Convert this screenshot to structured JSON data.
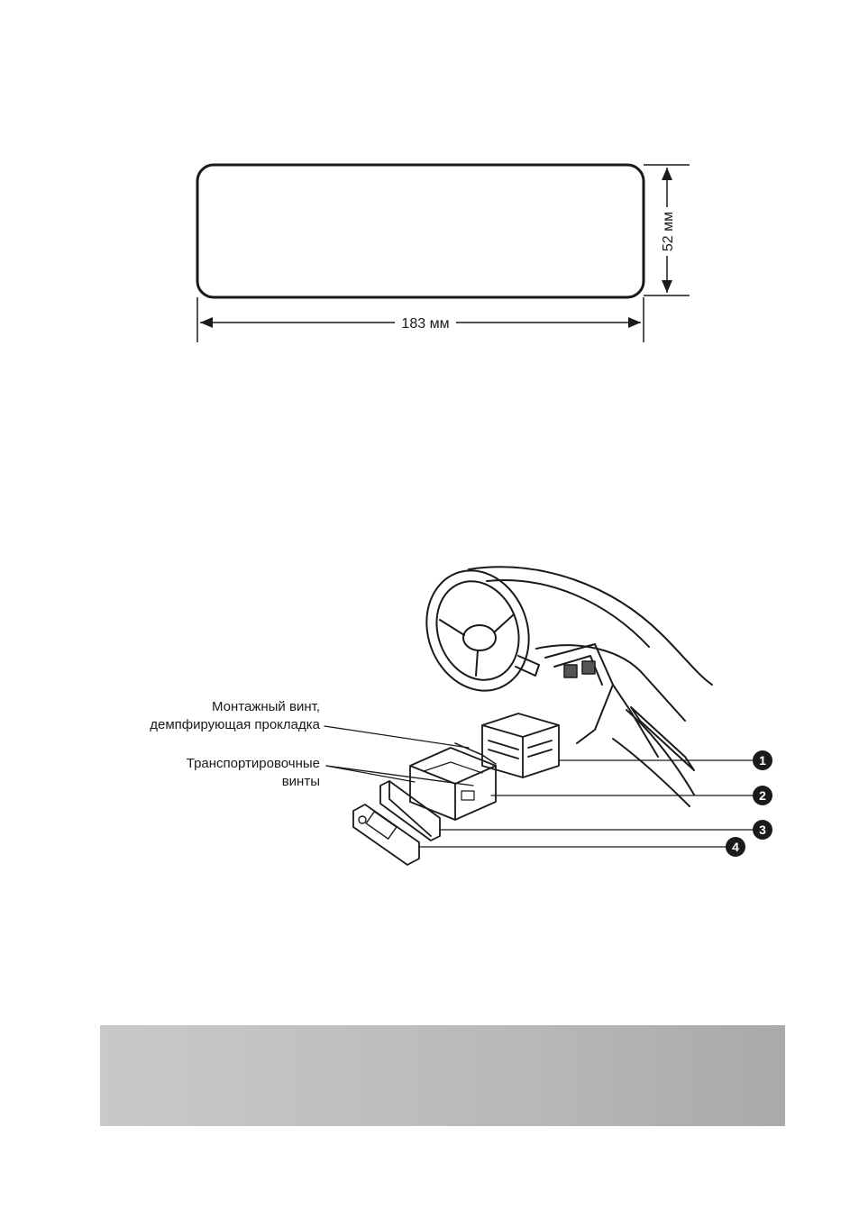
{
  "cutout_diagram": {
    "width_label": "183 мм",
    "height_label": "52 мм"
  },
  "installation_diagram": {
    "callouts": {
      "mounting_screw_line1": "Монтажный винт,",
      "mounting_screw_line2": "демпфирующая прокладка",
      "transport_screws_line1": "Транспортировочные",
      "transport_screws_line2": "винты"
    },
    "parts": [
      "1",
      "2",
      "3",
      "4"
    ]
  },
  "colors": {
    "line": "#1a1a1a",
    "band_light": "#c9c9c9",
    "band_dark": "#a9a9a9"
  }
}
